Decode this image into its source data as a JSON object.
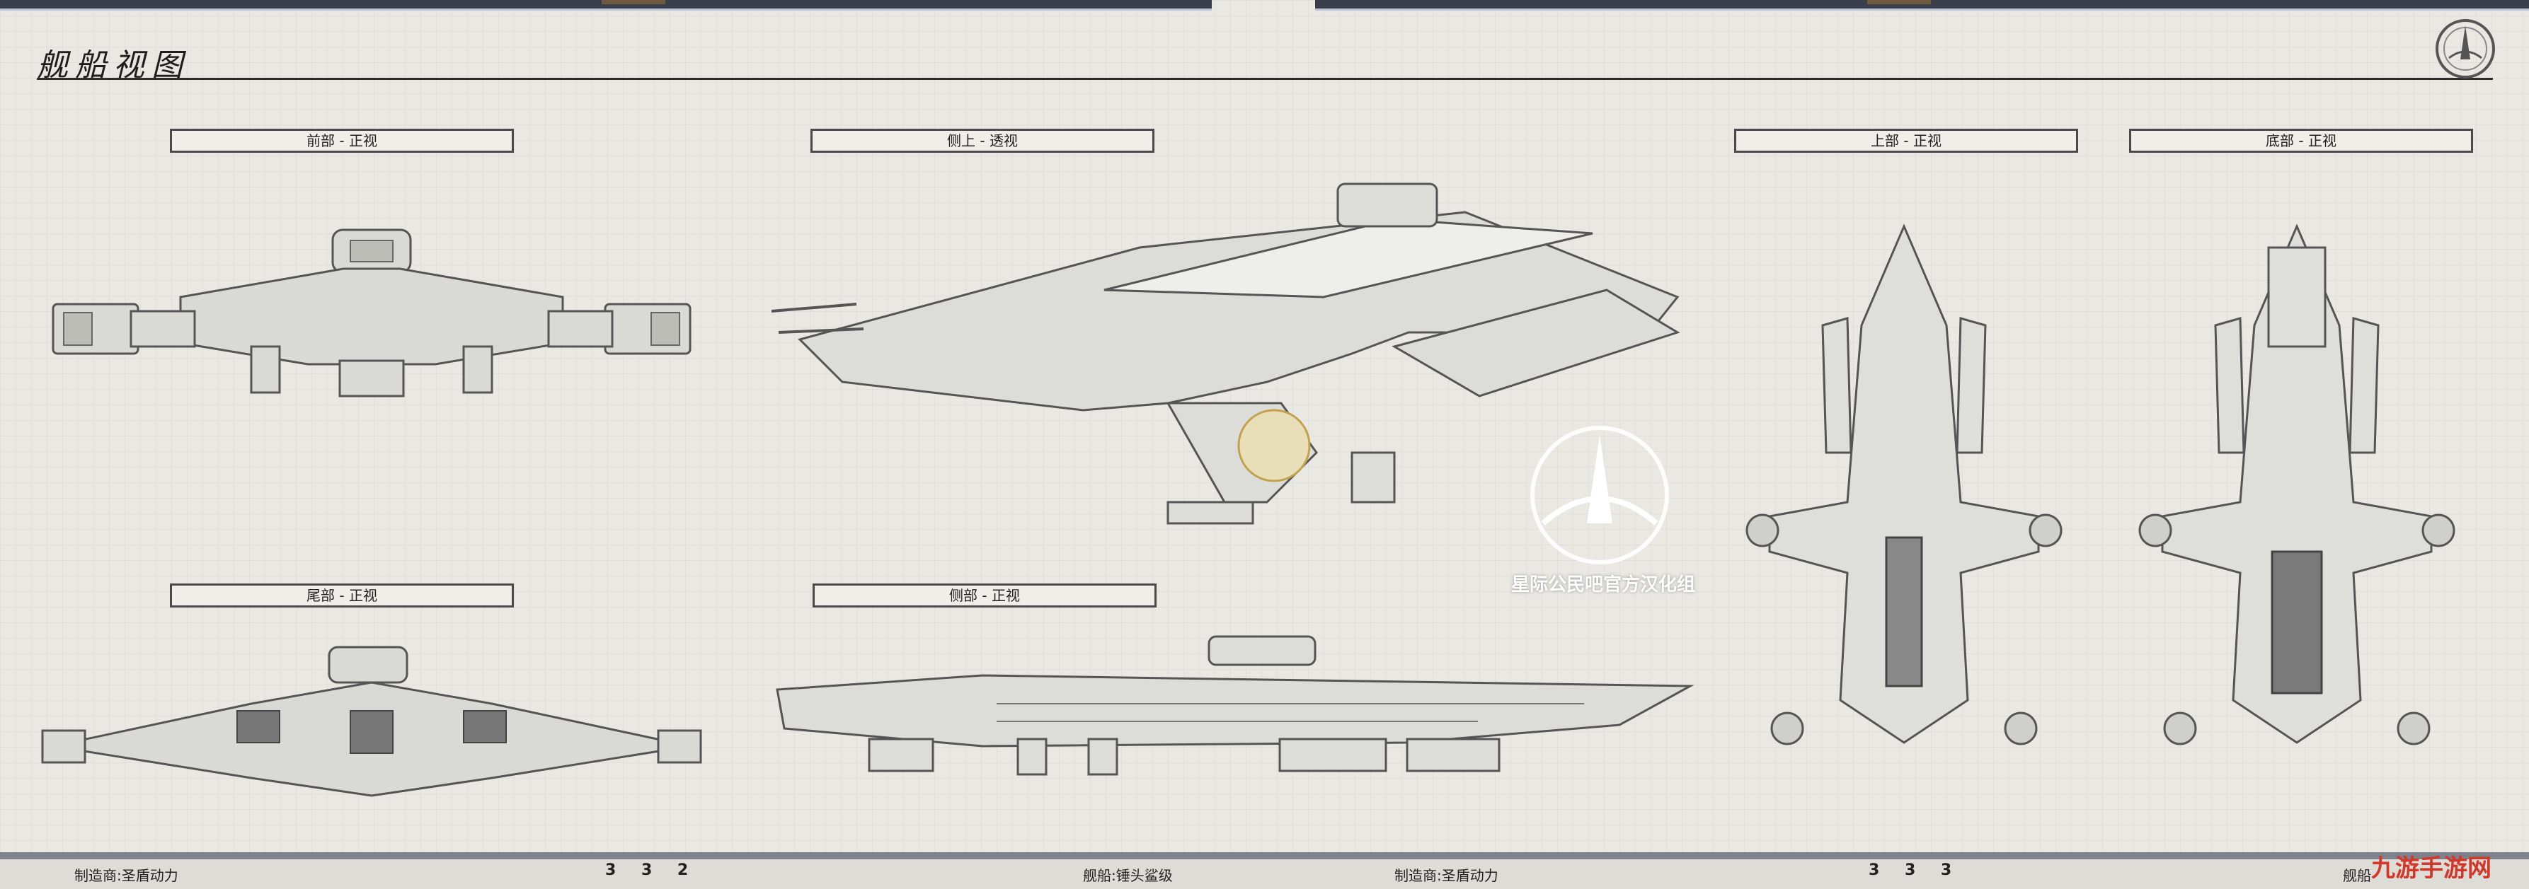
{
  "header": {
    "title": "舰船视图"
  },
  "views": {
    "front": "前部 - 正视",
    "side_top": "侧上 - 透视",
    "top": "上部  - 正视",
    "bottom": "底部  - 正视",
    "rear": "尾部 - 正视",
    "side": "侧部 - 正视"
  },
  "watermark": {
    "text": "星际公民吧官方汉化组"
  },
  "footer": {
    "left_maker": "制造商:圣盾动力",
    "left_page": "3 3 2",
    "ship_name": "舰船:锤头鲨级",
    "right_maker": "制造商:圣盾动力",
    "right_page": "3 3 3",
    "right_ship": "舰船"
  },
  "corner_brand": {
    "text": "九游手游网"
  },
  "colors": {
    "background": "#e9e8e3",
    "frame": "#3a3e4a",
    "ship": "#d8d8d4",
    "corner_brand": "#d2372a"
  }
}
